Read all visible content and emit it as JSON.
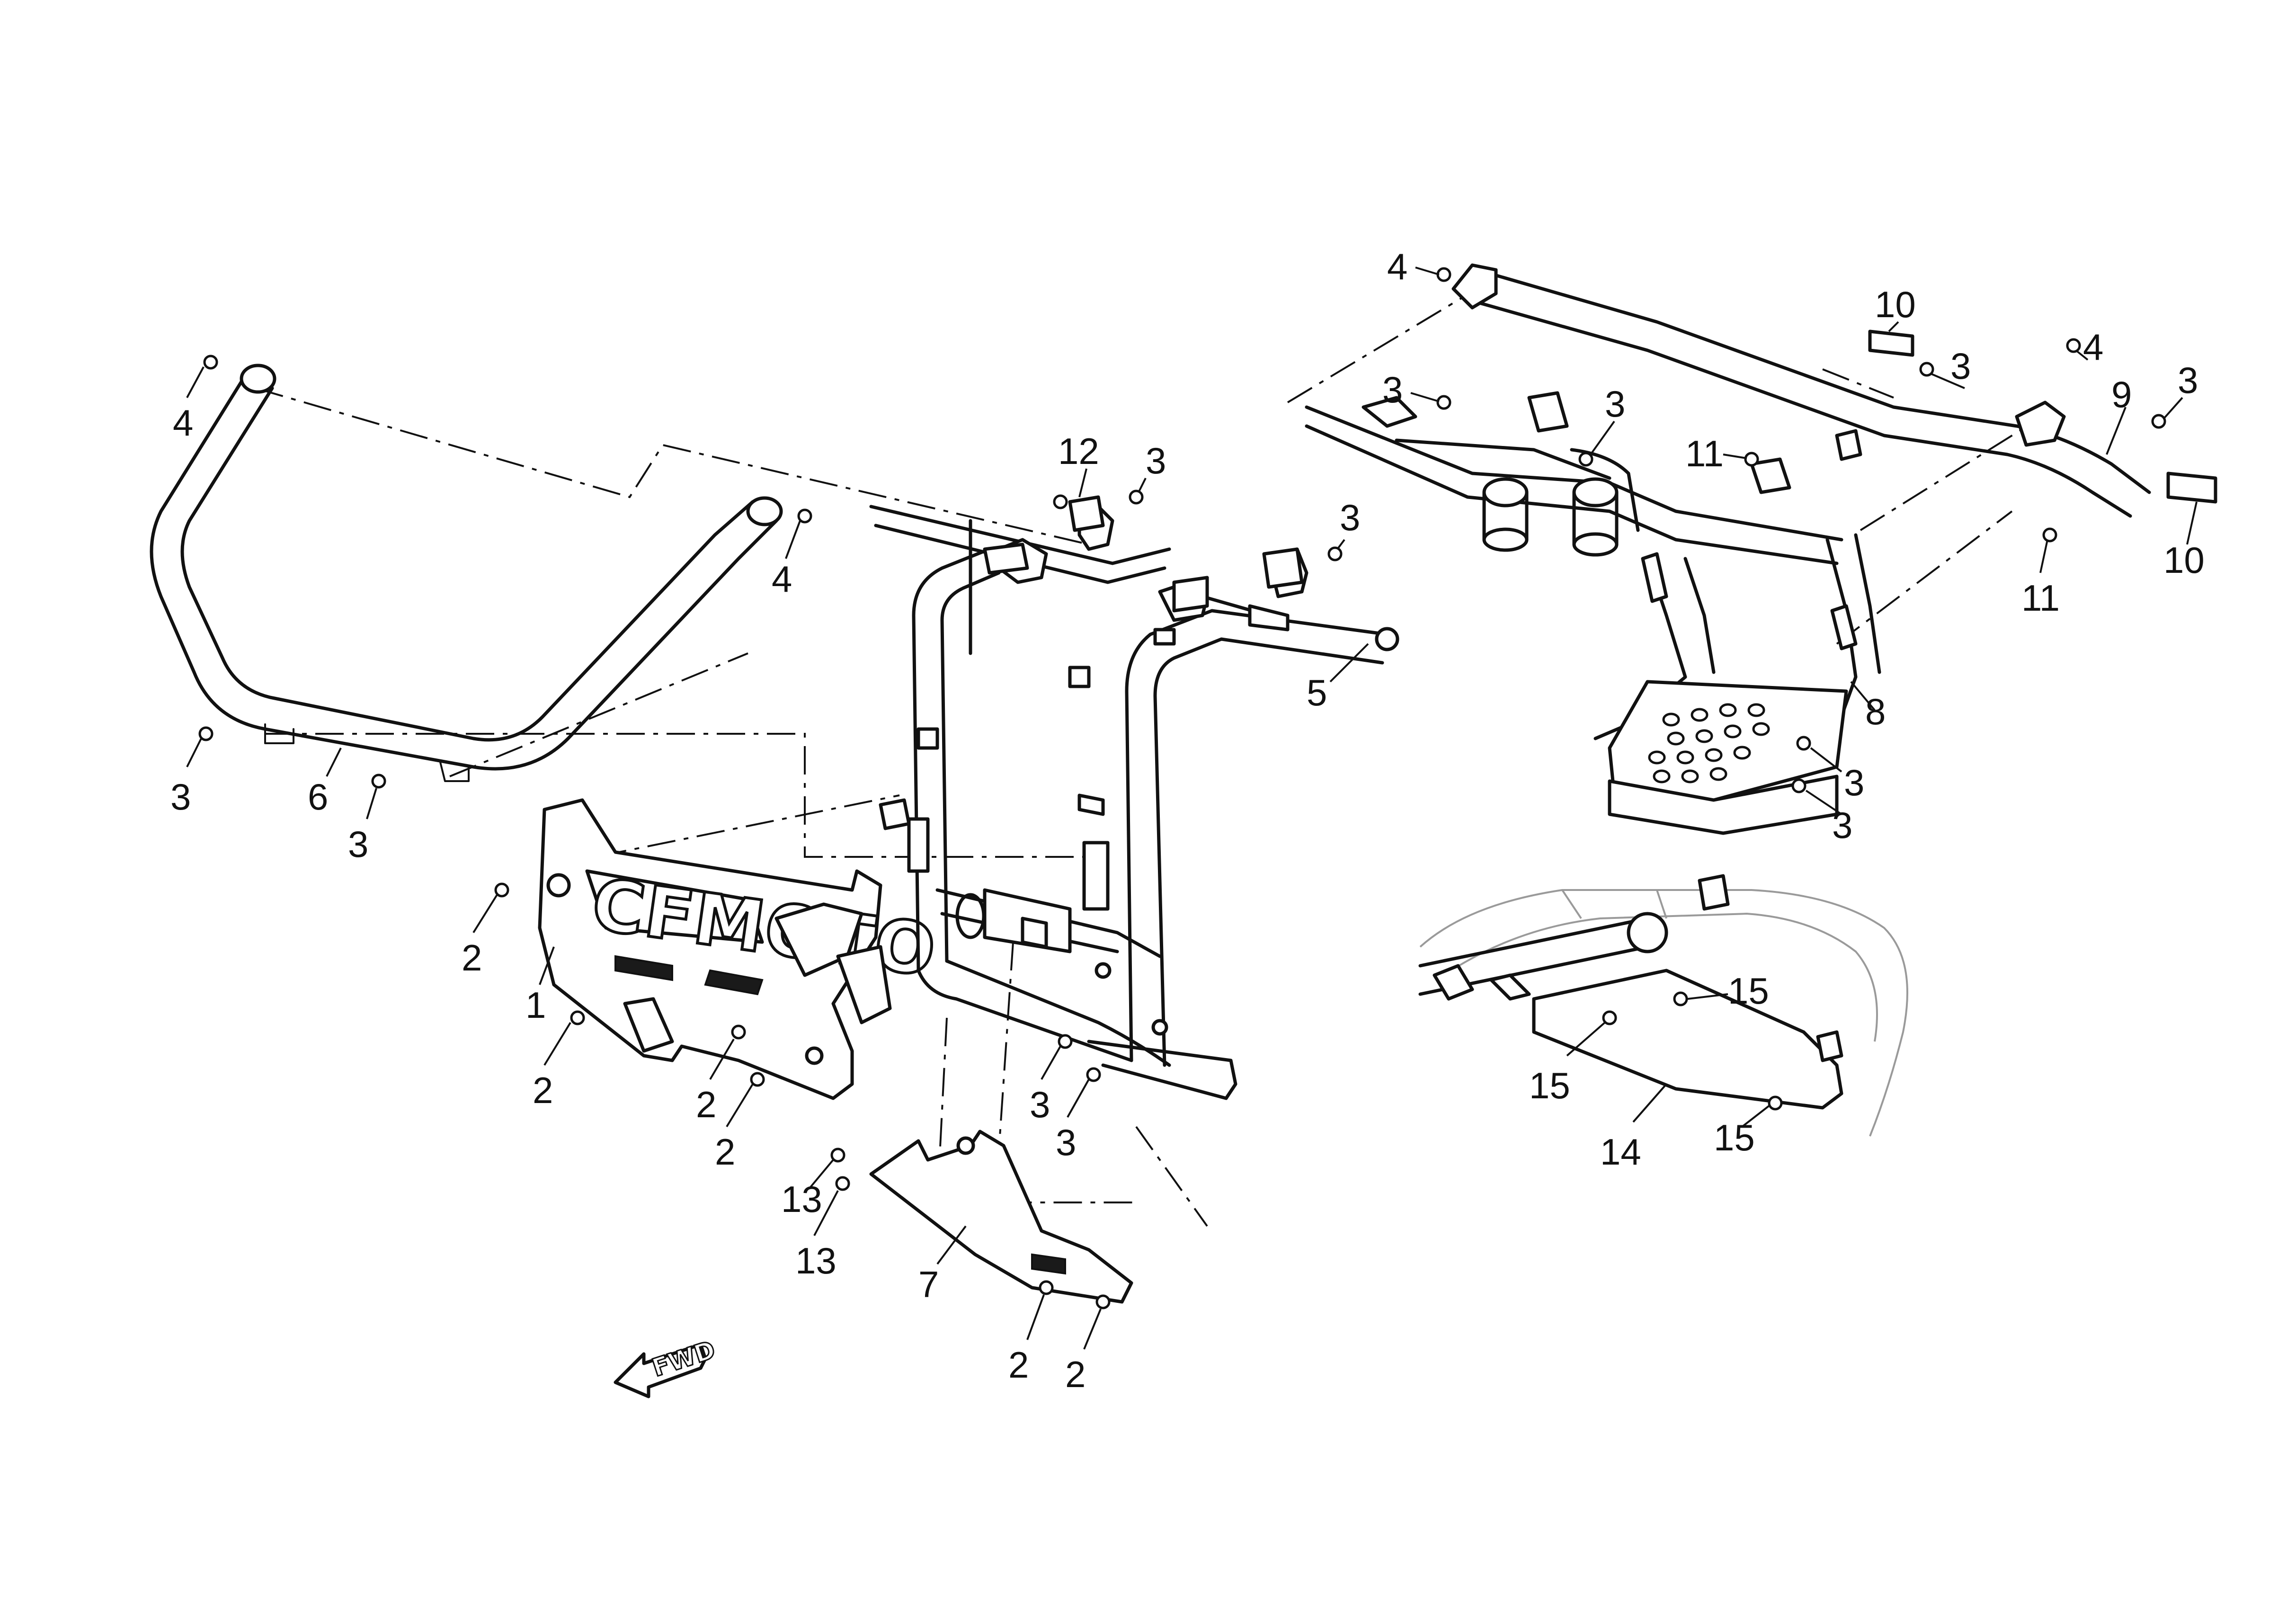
{
  "logo": "CFMOTO",
  "fwd_marker": "FWD",
  "callouts": [
    {
      "id": "c-4a",
      "text": "4"
    },
    {
      "id": "c-4b",
      "text": "4"
    },
    {
      "id": "c-3a",
      "text": "3"
    },
    {
      "id": "c-6",
      "text": "6"
    },
    {
      "id": "c-3b",
      "text": "3"
    },
    {
      "id": "c-12",
      "text": "12"
    },
    {
      "id": "c-3c",
      "text": "3"
    },
    {
      "id": "c-3d",
      "text": "3"
    },
    {
      "id": "c-5",
      "text": "5"
    },
    {
      "id": "c-2a",
      "text": "2"
    },
    {
      "id": "c-1",
      "text": "1"
    },
    {
      "id": "c-2b",
      "text": "2"
    },
    {
      "id": "c-2c",
      "text": "2"
    },
    {
      "id": "c-2d",
      "text": "2"
    },
    {
      "id": "c-3e",
      "text": "3"
    },
    {
      "id": "c-3f",
      "text": "3"
    },
    {
      "id": "c-13a",
      "text": "13"
    },
    {
      "id": "c-13b",
      "text": "13"
    },
    {
      "id": "c-7",
      "text": "7"
    },
    {
      "id": "c-2e",
      "text": "2"
    },
    {
      "id": "c-2f",
      "text": "2"
    },
    {
      "id": "c-4c",
      "text": "4"
    },
    {
      "id": "c-10a",
      "text": "10"
    },
    {
      "id": "c-3g",
      "text": "3"
    },
    {
      "id": "c-3h",
      "text": "3"
    },
    {
      "id": "c-3i",
      "text": "3"
    },
    {
      "id": "c-4d",
      "text": "4"
    },
    {
      "id": "c-3j",
      "text": "3"
    },
    {
      "id": "c-9",
      "text": "9"
    },
    {
      "id": "c-11a",
      "text": "11"
    },
    {
      "id": "c-11b",
      "text": "11"
    },
    {
      "id": "c-10b",
      "text": "10"
    },
    {
      "id": "c-8",
      "text": "8"
    },
    {
      "id": "c-3k",
      "text": "3"
    },
    {
      "id": "c-3l",
      "text": "3"
    },
    {
      "id": "c-15a",
      "text": "15"
    },
    {
      "id": "c-15b",
      "text": "15"
    },
    {
      "id": "c-14",
      "text": "14"
    },
    {
      "id": "c-15c",
      "text": "15"
    }
  ]
}
